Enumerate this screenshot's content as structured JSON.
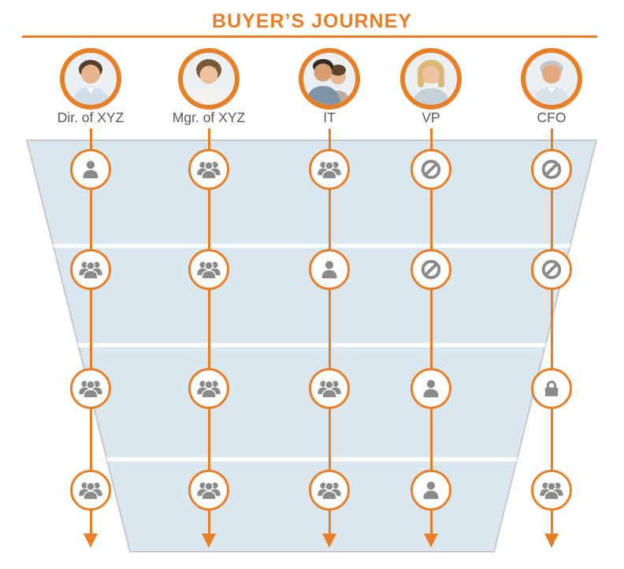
{
  "title": "BUYER’S JOURNEY",
  "colors": {
    "accent_orange": "#E87E26",
    "funnel_fill": "#DAE7EF",
    "funnel_edge": "#C4C8CB",
    "icon_gray": "#8A8A8A",
    "label_text": "#595959"
  },
  "funnel": {
    "stage_count": 4
  },
  "columns": [
    {
      "id": "dir-of-xyz",
      "label": "Dir. of XYZ",
      "avatar": "young-man-portrait",
      "stages": [
        "person",
        "group",
        "group",
        "group"
      ]
    },
    {
      "id": "mgr-of-xyz",
      "label": "Mgr. of XYZ",
      "avatar": "young-woman-portrait",
      "stages": [
        "group",
        "group",
        "group",
        "group"
      ]
    },
    {
      "id": "it",
      "label": "IT",
      "avatar": "two-colleagues-portrait",
      "stages": [
        "group",
        "person",
        "group",
        "group"
      ]
    },
    {
      "id": "vp",
      "label": "VP",
      "avatar": "blonde-woman-portrait",
      "stages": [
        "no-entry",
        "no-entry",
        "person",
        "person"
      ]
    },
    {
      "id": "cfo",
      "label": "CFO",
      "avatar": "senior-man-portrait",
      "stages": [
        "no-entry",
        "no-entry",
        "lock",
        "group"
      ]
    }
  ]
}
